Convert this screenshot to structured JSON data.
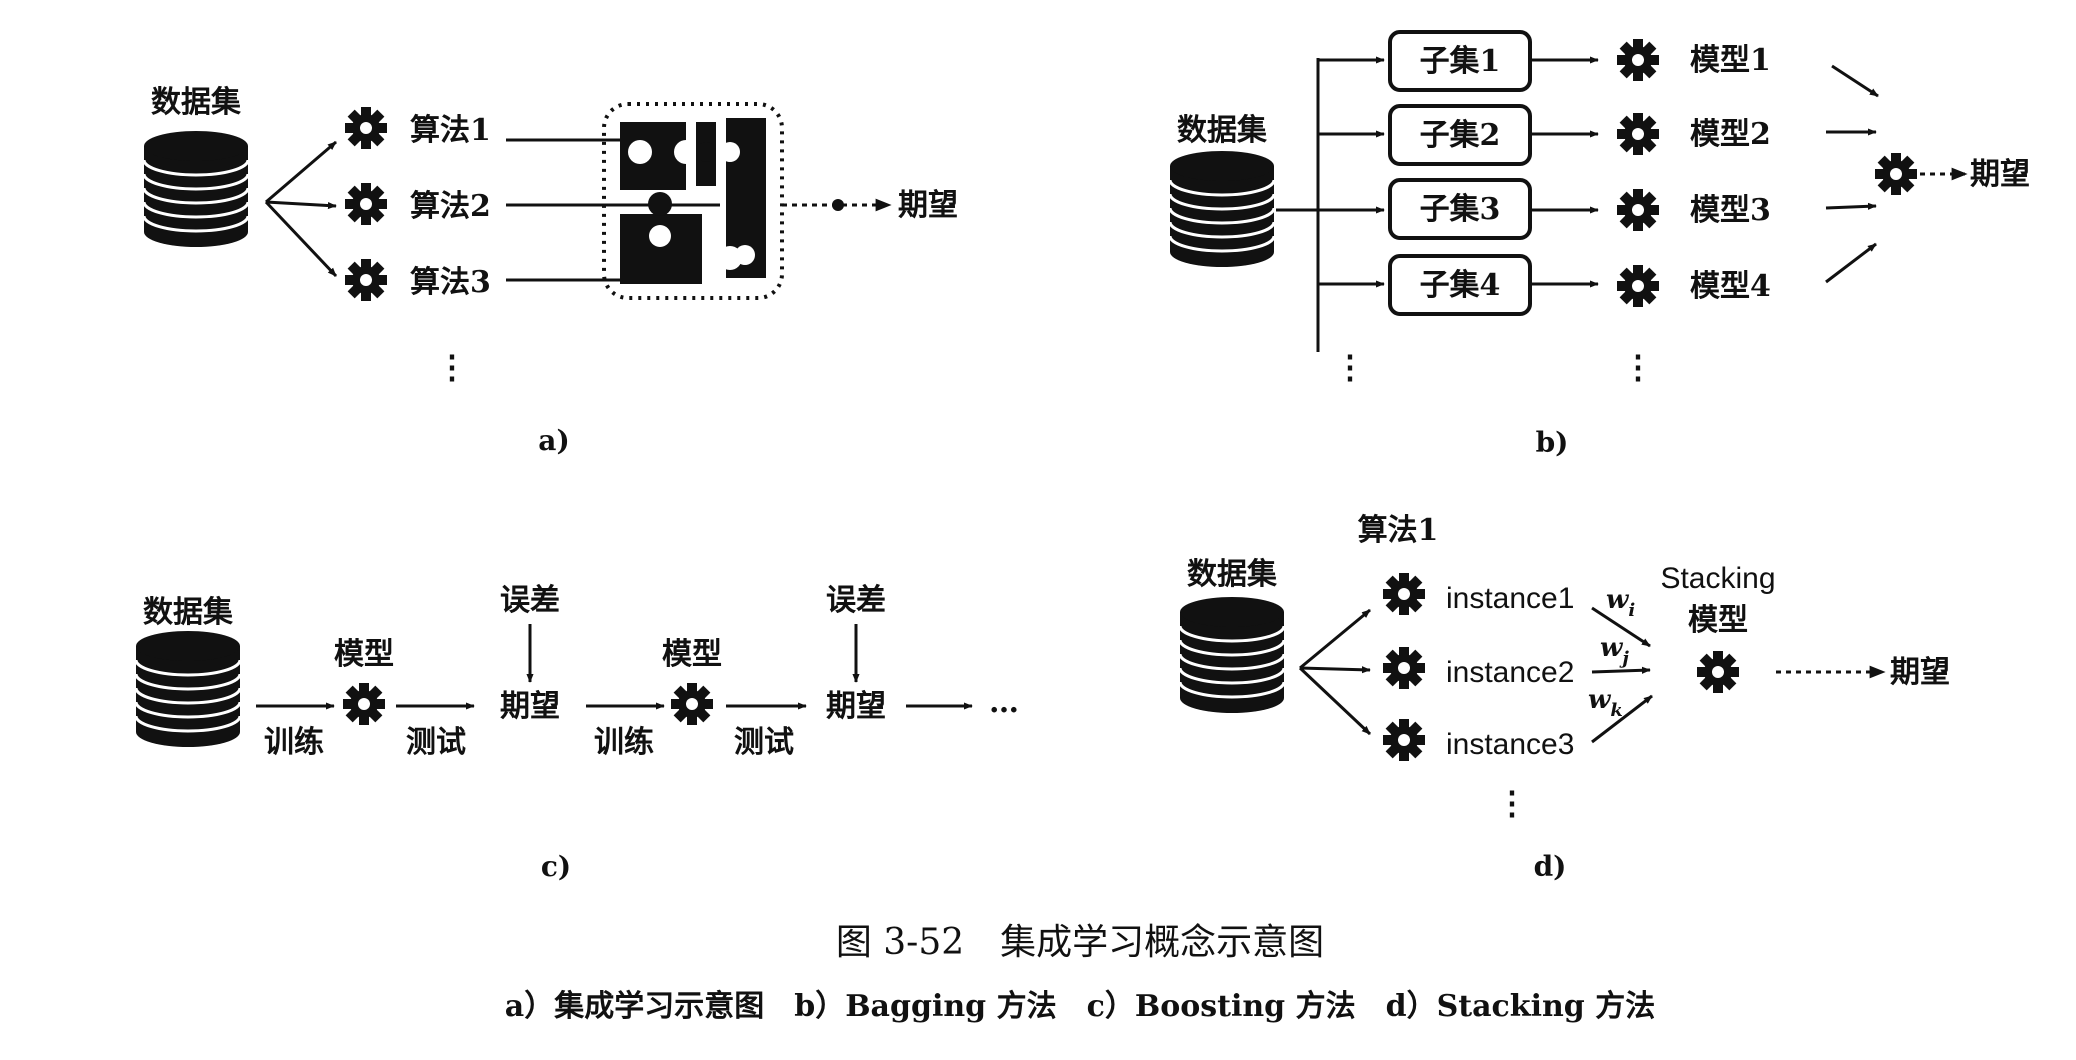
{
  "panel_a": {
    "dataset": "数据集",
    "algorithms": [
      "算法1",
      "算法2",
      "算法3"
    ],
    "dots": "⋮",
    "output": "期望",
    "label": "a)"
  },
  "panel_b": {
    "dataset": "数据集",
    "subsets": [
      "子集1",
      "子集2",
      "子集3",
      "子集4"
    ],
    "models": [
      "模型1",
      "模型2",
      "模型3",
      "模型4"
    ],
    "dots": "⋮",
    "output": "期望",
    "label": "b)"
  },
  "panel_c": {
    "dataset": "数据集",
    "model": "模型",
    "error": "误差",
    "expect": "期望",
    "train": "训练",
    "test": "测试",
    "ellipsis": "…",
    "label": "c)"
  },
  "panel_d": {
    "dataset": "数据集",
    "algorithm": "算法1",
    "instances": [
      "instance1",
      "instance2",
      "instance3"
    ],
    "weights": [
      "i",
      "j",
      "k"
    ],
    "weight_symbol": "w",
    "stacking_line1": "Stacking",
    "stacking_line2": "模型",
    "dots": "⋮",
    "output": "期望",
    "label": "d)"
  },
  "caption": {
    "title": "图 3-52　集成学习概念示意图",
    "subtitle": "a）集成学习示意图　b）Bagging 方法　c）Boosting 方法　d）Stacking 方法"
  }
}
